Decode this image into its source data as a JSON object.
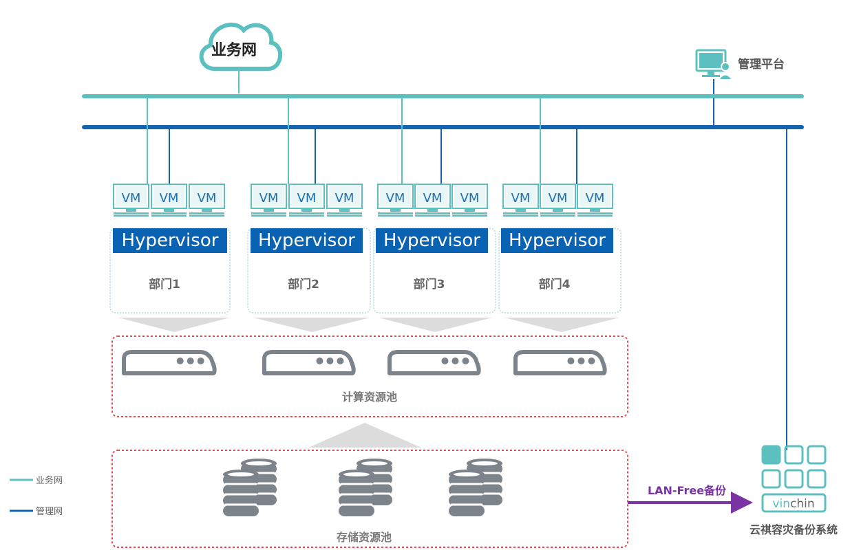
{
  "cloud_label": "业务网",
  "mgmt_platform_label": "管理平台",
  "vm_label": "VM",
  "hypervisor_label": "Hypervisor",
  "departments": [
    {
      "name": "部门1"
    },
    {
      "name": "部门2"
    },
    {
      "name": "部门3"
    },
    {
      "name": "部门4"
    }
  ],
  "compute_pool_label": "计算资源池",
  "storage_pool_label": "存储资源池",
  "backup_arrow_label": "LAN-Free备份",
  "backup_system_label": "云祺容灾备份系统",
  "vinchin_brand": {
    "part1": "vin",
    "part2": "chin"
  },
  "legend": [
    {
      "label": "业务网",
      "color": "#5bc0bf"
    },
    {
      "label": "管理网",
      "color": "#1463b0"
    }
  ],
  "colors": {
    "teal": "#5bc0bf",
    "blue": "#1463b0",
    "hypervisor_bg": "#0a62b2",
    "pool_border": "#e8484f",
    "server_gray": "#7d838b",
    "purple": "#7b34a3"
  }
}
